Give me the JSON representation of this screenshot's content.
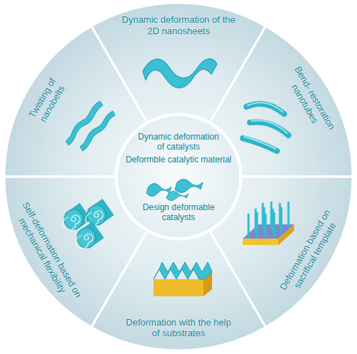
{
  "diagram": {
    "nodes": [
      {
        "text": [
          "Dynamic deformation of the 2D nanosheets"
        ]
      },
      {
        "text": [
          "Bend- restoration nanotubes"
        ]
      },
      {
        "text": [
          "Deformation based on sacrifical template"
        ]
      },
      {
        "text": [
          "Deformation with the help of substrates"
        ]
      },
      {
        "text": [
          "Self-deformation based on mechanical flexibility"
        ]
      },
      {
        "text": [
          "Twisting of nanobelts"
        ]
      },
      {
        "text": [
          "Dynamic deformation of catalysts",
          "Deformble catalytic material",
          "Design deformable catalysts"
        ]
      }
    ]
  }
}
